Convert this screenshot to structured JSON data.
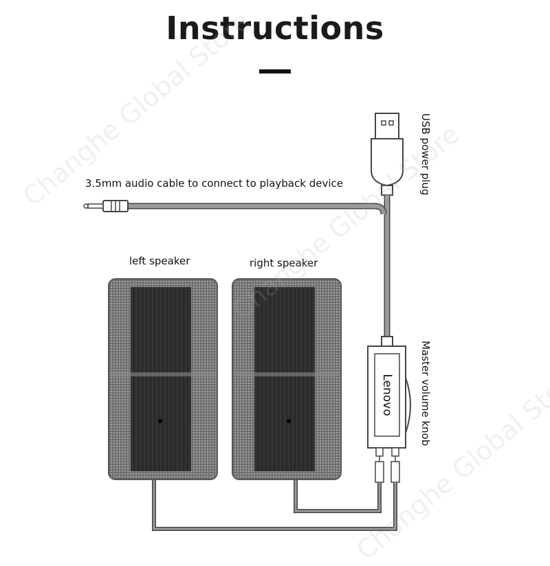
{
  "title": "Instructions",
  "labels": {
    "audio_cable": "3.5mm audio cable to connect to playback device",
    "usb_plug": "USB power plug",
    "left_speaker": "left speaker",
    "right_speaker": "right speaker",
    "volume_knob": "Master volume knob"
  },
  "brand": "Lenovo",
  "watermark": "Changhe Global Store",
  "colors": {
    "cable": "#8a8a8a",
    "speaker_body": "#2b2b2b",
    "speaker_grille": "#7a7a7a",
    "text": "#111111"
  }
}
